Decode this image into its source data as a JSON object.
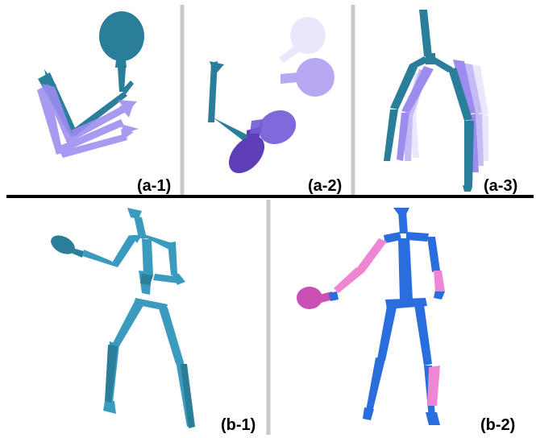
{
  "colors": {
    "teal": "#2a7e9a",
    "teal_light": "#3a9bbf",
    "lavender": "#9d8cf0",
    "lavender_pale": "#d6cdf7",
    "lavender_faint": "#ebe6fb",
    "indigo": "#6a4fc8",
    "blue": "#2a6ddd",
    "pink": "#ef86d4",
    "magenta": "#c94fb3",
    "divider": "#c8c8c8",
    "rule": "#000000"
  },
  "panels": [
    {
      "id": "a1",
      "label": "(a-1)"
    },
    {
      "id": "a2",
      "label": "(a-2)"
    },
    {
      "id": "a3",
      "label": "(a-3)"
    },
    {
      "id": "b1",
      "label": "(b-1)"
    },
    {
      "id": "b2",
      "label": "(b-2)"
    }
  ]
}
